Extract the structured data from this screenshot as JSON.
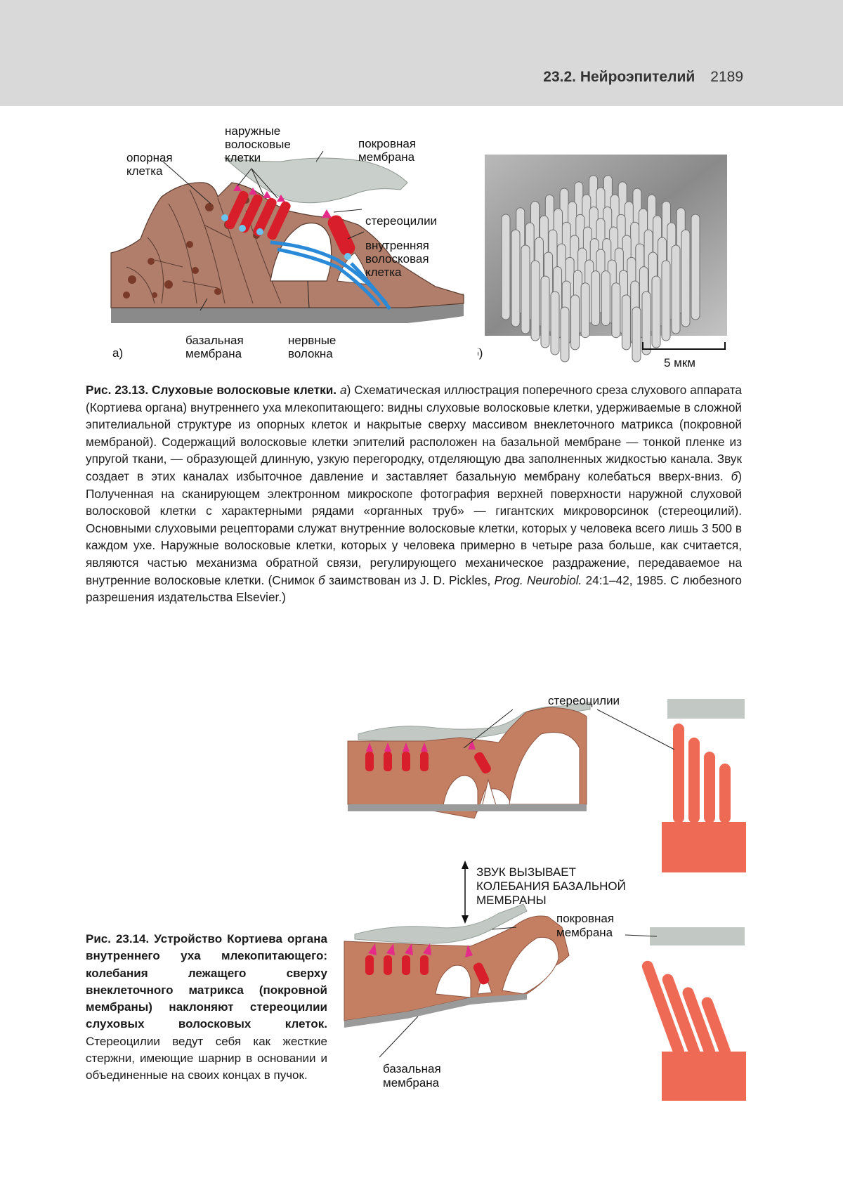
{
  "header": {
    "section": "23.2. Нейроэпителий",
    "page_number": "2189"
  },
  "figure_23_13": {
    "labels": {
      "outer_hair_cells": [
        "наружные",
        "волосковые",
        "клетки"
      ],
      "support_cell": [
        "опорная",
        "клетка"
      ],
      "tectorial_membrane": [
        "покровная",
        "мембрана"
      ],
      "stereocilia": "стереоцилии",
      "inner_hair_cell": [
        "внутренняя",
        "волосковая",
        "клетка"
      ],
      "basilar_membrane": [
        "базальная",
        "мембрана"
      ],
      "nerve_fibers": [
        "нервные",
        "волокна"
      ],
      "panel_a": "а)",
      "panel_b": "б)",
      "scale_bar": "5 мкм"
    },
    "caption": {
      "title": "Рис. 23.13. Слуховые волосковые клетки.",
      "a_marker": "а",
      "text_a": ") Схематическая иллюстрация поперечного среза слухового аппарата (Кортиева органа) внутреннего уха млекопитающего: видны слуховые волосковые клетки, удерживаемые в сложной эпителиальной структуре из опорных клеток и накрытые сверху массивом внеклеточного матрикса (покровной мембраной). Содержащий волосковые клетки эпителий расположен на базальной мембране — тонкой пленке из упругой ткани, — образующей длинную, узкую перегородку, отделяющую два заполненных жидкостью канала. Звук создает в этих каналах избыточное давление и заставляет базальную мембрану колебаться вверх-вниз. ",
      "b_marker": "б",
      "text_b": ") Полученная на сканирующем электронном микроскопе фотография верхней поверхности наружной слуховой волосковой клетки с характерными рядами «органных труб» — гигантских микроворсинок (стереоцилий). Основными слуховыми рецепторами служат внутренние волосковые клетки, которых у человека всего лишь 3 500 в каждом ухе. Наружные волосковые клетки, которых у человека примерно в четыре раза больше, как считается, являются частью механизма обратной связи, регулирующего механическое раздражение, передаваемое на внутренние волосковые клетки. (Снимок ",
      "b_marker2": "б",
      "text_c": " заимствован из J. D. Pickles, ",
      "journal": "Prog. Neurobiol.",
      "text_d": " 24:1–42, 1985. С любезного разрешения издательства Elsevier.)"
    }
  },
  "figure_23_14": {
    "labels": {
      "stereocilia": "стереоцилии",
      "sound_label": [
        "ЗВУК ВЫЗЫВАЕТ",
        "КОЛЕБАНИЯ БАЗАЛЬНОЙ",
        "МЕМБРАНЫ"
      ],
      "tectorial_membrane": [
        "покровная",
        "мембрана"
      ],
      "basilar_membrane": [
        "базальная",
        "мембрана"
      ]
    },
    "caption": {
      "title": "Рис. 23.14. Устройство Кортиева органа внутреннего уха млекопитающего: колебания лежащего сверху внеклеточного матрикса (покровной мембраны) наклоняют стереоцилии слуховых волосковых клеток.",
      "text": " Стереоцилии ведут себя как жесткие стержни, имеющие шарнир в основании и объединенные на своих концах в пучок."
    }
  }
}
